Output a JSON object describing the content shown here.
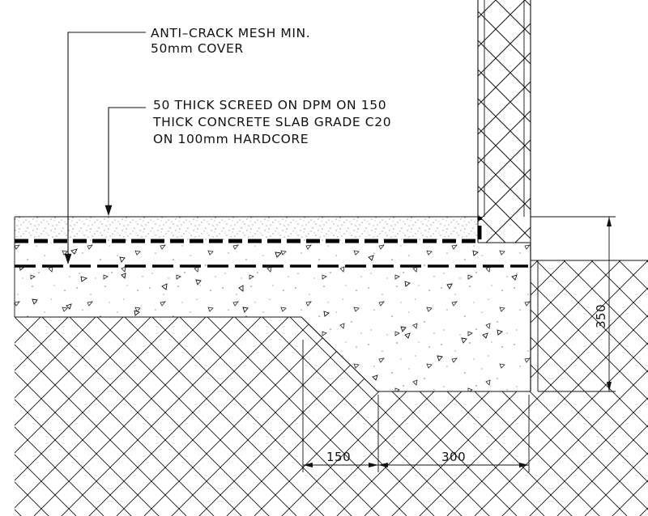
{
  "labels": {
    "mesh_line1": "ANTI–CRACK MESH MIN.",
    "mesh_line2": "50mm COVER",
    "slab_line1": "50 THICK SCREED ON DPM ON 150",
    "slab_line2": "THICK CONCRETE SLAB GRADE C20",
    "slab_line3": "ON 100mm HARDCORE"
  },
  "dimensions": {
    "edge_width": "150",
    "thickening_width": "300",
    "foundation_depth": "350"
  }
}
